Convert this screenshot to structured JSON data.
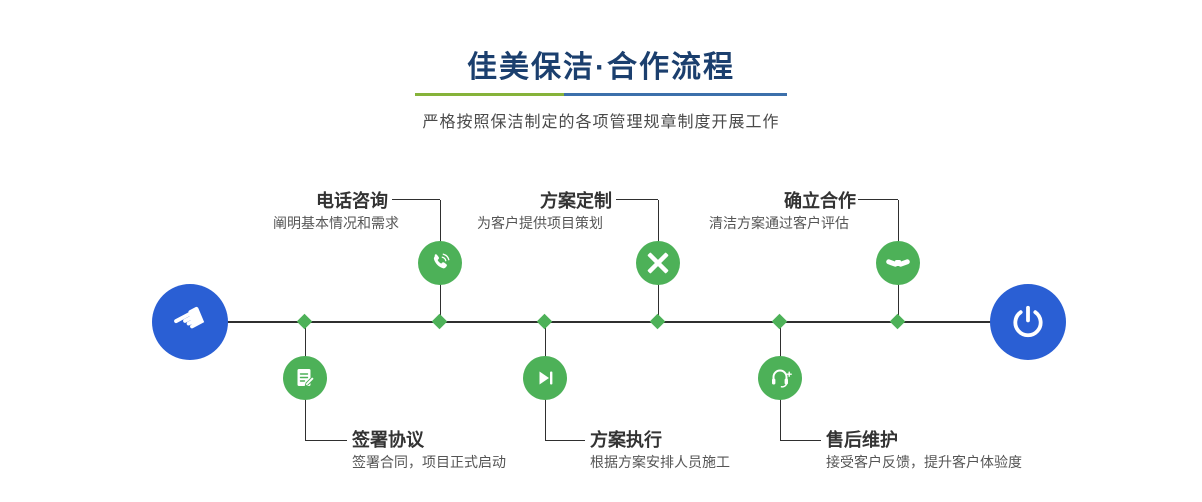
{
  "header": {
    "title": "佳美保洁·合作流程",
    "subtitle": "严格按照保洁制定的各项管理规章制度开展工作"
  },
  "colors": {
    "title_navy": "#1b3f6e",
    "underline_green": "#86b33a",
    "underline_blue": "#3c70ab",
    "node_green": "#4db158",
    "endpoint_blue": "#2a5fd4",
    "line_dark": "#2f2f2f"
  },
  "icons": {
    "start_glyph": "☚",
    "start_name": "hand-pointer-icon",
    "end_name": "power-icon"
  },
  "flow": {
    "steps_top": [
      {
        "title": "电话咨询",
        "desc": "阐明基本情况和需求",
        "icon": "phone-icon"
      },
      {
        "title": "方案定制",
        "desc": "为客户提供项目策划",
        "icon": "pencil-ruler-icon"
      },
      {
        "title": "确立合作",
        "desc": "清洁方案通过客户评估",
        "icon": "handshake-icon"
      }
    ],
    "steps_bottom": [
      {
        "title": "签署协议",
        "desc": "签署合同，项目正式启动",
        "icon": "contract-pen-icon"
      },
      {
        "title": "方案执行",
        "desc": "根据方案安排人员施工",
        "icon": "play-forward-icon"
      },
      {
        "title": "售后维护",
        "desc": "接受客户反馈，提升客户体验度",
        "icon": "headset-service-icon"
      }
    ]
  }
}
